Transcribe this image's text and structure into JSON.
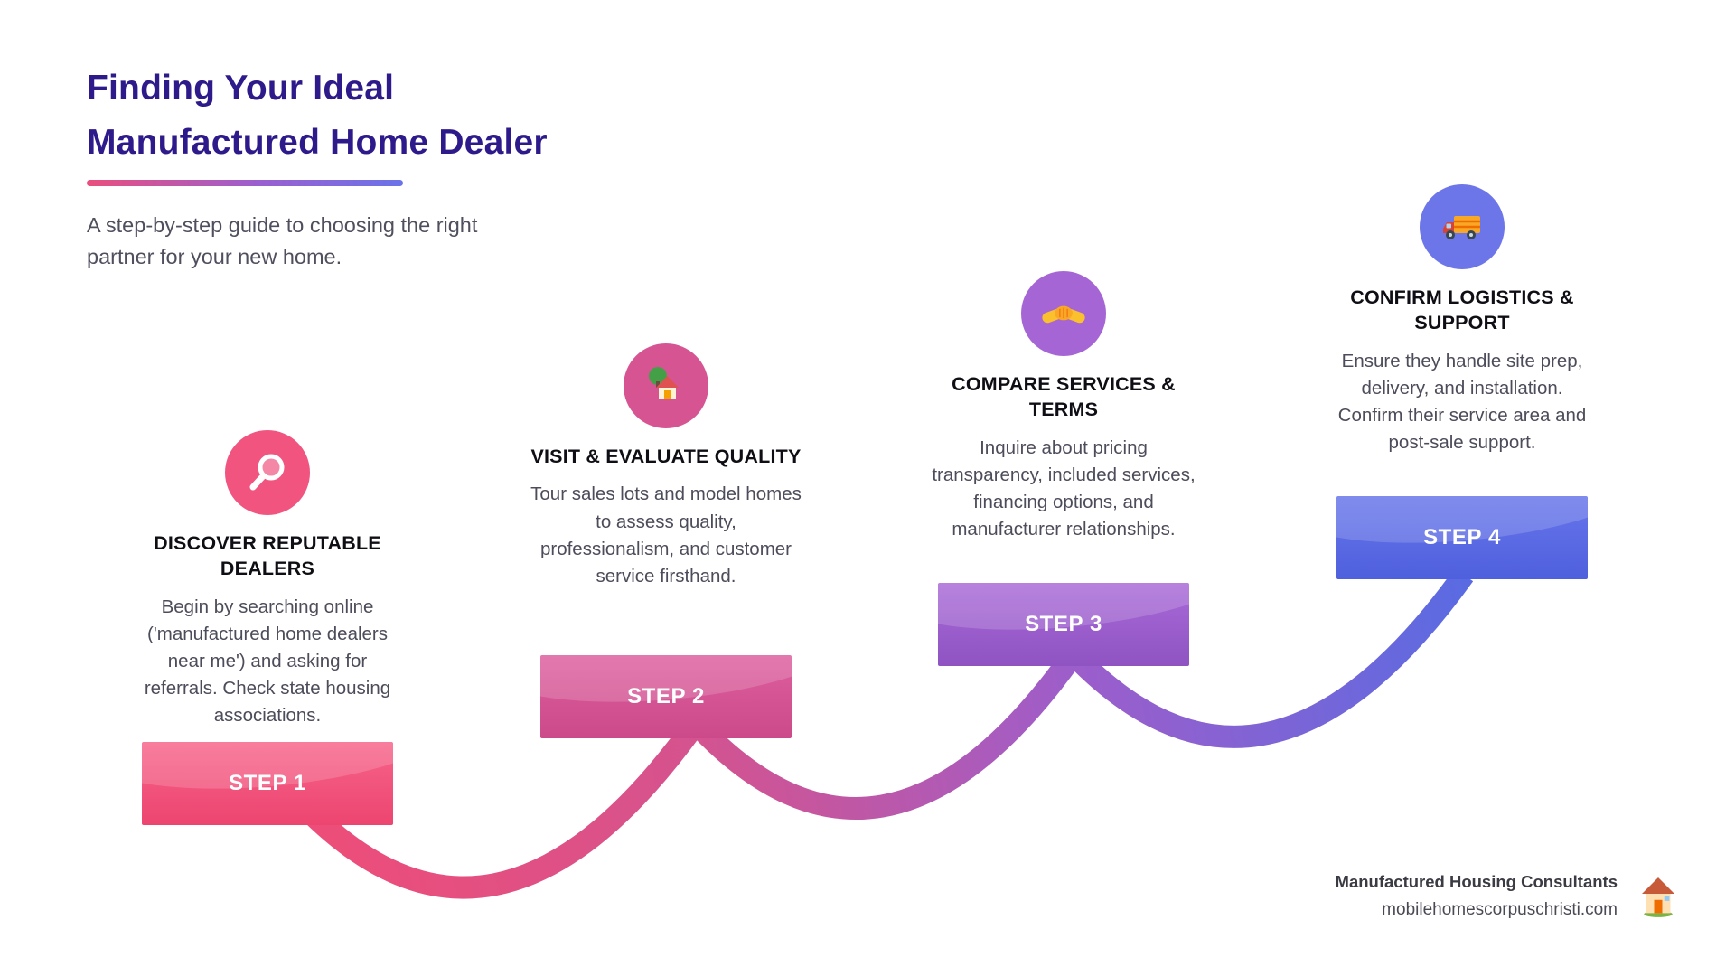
{
  "header": {
    "title_line1": "Finding Your Ideal",
    "title_line2": "Manufactured Home Dealer",
    "subtitle": "A step-by-step guide to choosing the right partner for your new home."
  },
  "steps": [
    {
      "label": "STEP 1",
      "heading": "DISCOVER REPUTABLE DEALERS",
      "body": "Begin by searching online ('manufactured home dealers near me') and asking for referrals. Check state housing associations.",
      "icon": "magnifier-icon",
      "accent": "#f0547f",
      "box_color_top": "#f7648a",
      "box_color_bottom": "#ec4570"
    },
    {
      "label": "STEP 2",
      "heading": "VISIT & EVALUATE QUALITY",
      "body": "Tour sales lots and model homes to assess quality, professionalism, and customer service firsthand.",
      "icon": "house-garden-icon",
      "accent": "#d75493",
      "box_color_top": "#dd5f9f",
      "box_color_bottom": "#cc4a89"
    },
    {
      "label": "STEP 3",
      "heading": "COMPARE SERVICES & TERMS",
      "body": "Inquire about pricing transparency, included services, financing options, and manufacturer relationships.",
      "icon": "handshake-icon",
      "accent": "#a665d4",
      "box_color_top": "#a96ad8",
      "box_color_bottom": "#8f53c2"
    },
    {
      "label": "STEP 4",
      "heading": "CONFIRM LOGISTICS & SUPPORT",
      "body": "Ensure they handle site prep, delivery, and installation. Confirm their service area and post-sale support.",
      "icon": "truck-icon",
      "accent": "#6d76e8",
      "box_color_top": "#6876ea",
      "box_color_bottom": "#4f60de"
    }
  ],
  "footer": {
    "company": "Manufactured Housing Consultants",
    "website": "mobilehomescorpuschristi.com"
  },
  "colors": {
    "title": "#2e1a8a",
    "underline_from": "#e94f7e",
    "underline_to": "#6a73e8",
    "connector_1": [
      "#ee4d78",
      "#d4538f"
    ],
    "connector_2": [
      "#d4538f",
      "#9c5ecb"
    ],
    "connector_3": [
      "#9c5ecb",
      "#5a6be2"
    ]
  }
}
